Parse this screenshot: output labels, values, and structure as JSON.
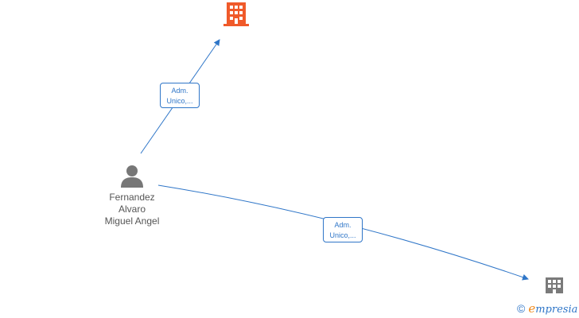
{
  "colors": {
    "edge": "#2f76c8",
    "company_primary": "#f05a2a",
    "company_secondary": "#7a7a7a",
    "person": "#777777",
    "brand_accent": "#f08a1c"
  },
  "nodes": {
    "person": {
      "icon": "person-icon",
      "name_lines": [
        "Fernandez",
        "Alvaro",
        "Miguel Angel"
      ]
    },
    "company_top": {
      "icon": "building-icon"
    },
    "company_bottom": {
      "icon": "building-icon"
    }
  },
  "edges": [
    {
      "from": "person",
      "to": "company_top",
      "label_lines": [
        "Adm.",
        "Unico,..."
      ]
    },
    {
      "from": "person",
      "to": "company_bottom",
      "label_lines": [
        "Adm.",
        "Unico,..."
      ]
    }
  ],
  "footer": {
    "copyright_symbol": "©",
    "brand_first_letter": "e",
    "brand_rest": "mpresia"
  }
}
